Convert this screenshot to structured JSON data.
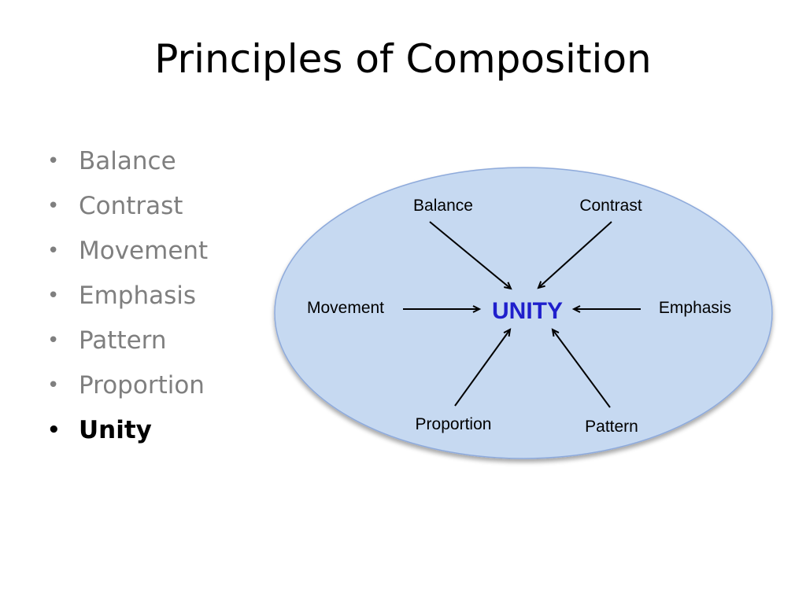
{
  "slide": {
    "title": "Principles of Composition"
  },
  "bullets": [
    {
      "label": "Balance",
      "active": false
    },
    {
      "label": "Contrast",
      "active": false
    },
    {
      "label": "Movement",
      "active": false
    },
    {
      "label": "Emphasis",
      "active": false
    },
    {
      "label": "Pattern",
      "active": false
    },
    {
      "label": "Proportion",
      "active": false
    },
    {
      "label": "Unity",
      "active": true
    }
  ],
  "diagram": {
    "center": "UNITY",
    "nodes": {
      "balance": "Balance",
      "contrast": "Contrast",
      "movement": "Movement",
      "emphasis": "Emphasis",
      "proportion": "Proportion",
      "pattern": "Pattern"
    },
    "colors": {
      "ellipse_fill": "#c6d9f1",
      "ellipse_stroke": "#8eaadb",
      "center_text": "#1f1fcc",
      "arrow": "#000000"
    }
  }
}
